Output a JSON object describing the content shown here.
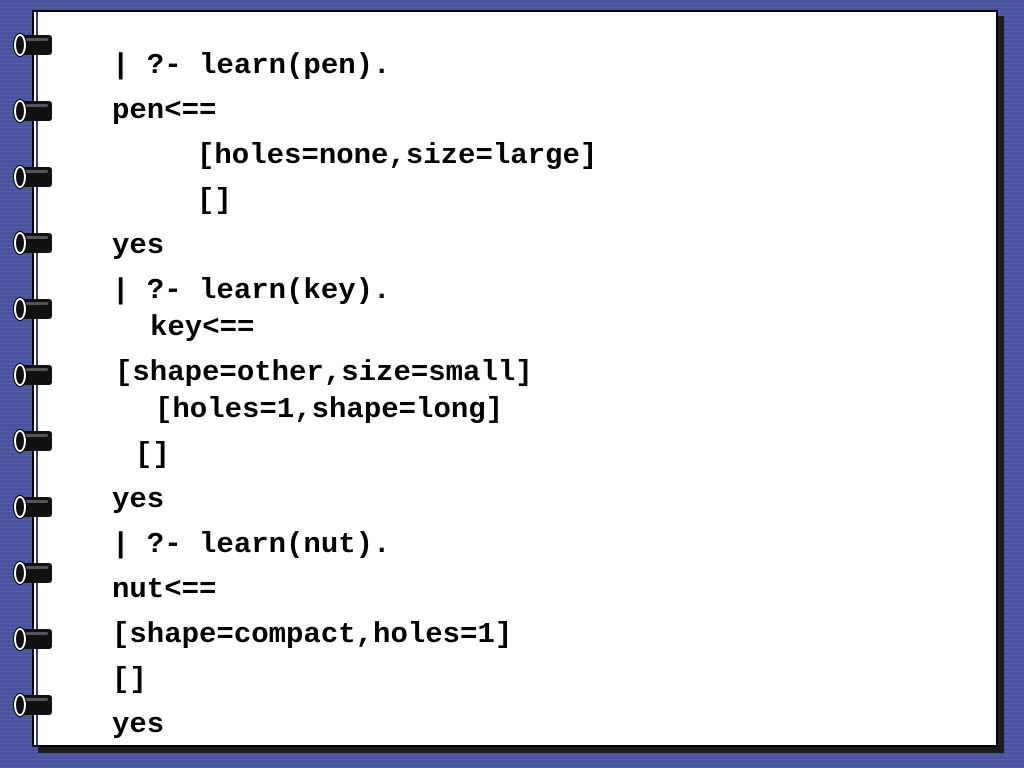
{
  "slide": {
    "lines": [
      "| ?- learn(pen).",
      "pen<==",
      "[holes=none,size=large]",
      "[]",
      "yes",
      "| ?- learn(key).",
      "key<==",
      "[shape=other,size=small]",
      "[holes=1,shape=long]",
      "[]",
      "yes",
      "| ?- learn(nut).",
      "nut<==",
      "[shape=compact,holes=1]",
      "[]",
      "yes"
    ]
  }
}
